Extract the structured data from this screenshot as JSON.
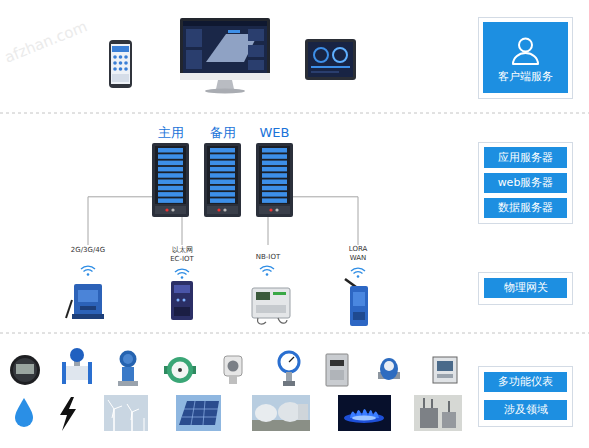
{
  "diagram": {
    "nodes": [
      {
        "text": [
          "客户端服务"
        ]
      },
      {
        "text": [
          "主用"
        ]
      },
      {
        "text": [
          "备用"
        ]
      },
      {
        "text": [
          "WEB"
        ]
      },
      {
        "text": [
          "应用服务器"
        ]
      },
      {
        "text": [
          "web服务器"
        ]
      },
      {
        "text": [
          "数据服务器"
        ]
      },
      {
        "text": [
          "2G/3G/4G"
        ]
      },
      {
        "text": [
          "以太网 EC-IOT"
        ]
      },
      {
        "text": [
          "NB-IOT"
        ]
      },
      {
        "text": [
          "LORA WAN"
        ]
      },
      {
        "text": [
          "物理网关"
        ]
      },
      {
        "text": [
          "多功能仪表"
        ]
      },
      {
        "text": [
          "涉及领域"
        ]
      }
    ],
    "edges": [
      {
        "from": 1,
        "to": 7,
        "arrow": "none"
      },
      {
        "from": 1,
        "to": 8,
        "arrow": "none"
      },
      {
        "from": 3,
        "to": 9,
        "arrow": "none"
      },
      {
        "from": 3,
        "to": 10,
        "arrow": "none"
      }
    ],
    "labels": [
      "afzhan.com"
    ]
  }
}
